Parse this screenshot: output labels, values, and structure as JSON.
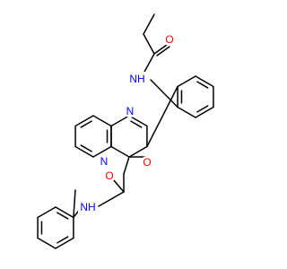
{
  "colors": {
    "background": "#ffffff",
    "bond": "#000000",
    "oxygen": "#ff0000",
    "nitrogen": "#0000ff"
  },
  "atoms": {
    "amide_top_o": {
      "symbol": "O",
      "element": "oxygen"
    },
    "amide_top_nh": {
      "symbol": "NH",
      "element": "nitrogen"
    },
    "ring_n_top": {
      "symbol": "N",
      "element": "nitrogen"
    },
    "ring_n_bottom": {
      "symbol": "N",
      "element": "nitrogen"
    },
    "lactam_o": {
      "symbol": "O",
      "element": "oxygen"
    },
    "amide_bottom_o": {
      "symbol": "O",
      "element": "oxygen"
    },
    "amide_bottom_nh": {
      "symbol": "NH",
      "element": "nitrogen"
    }
  }
}
